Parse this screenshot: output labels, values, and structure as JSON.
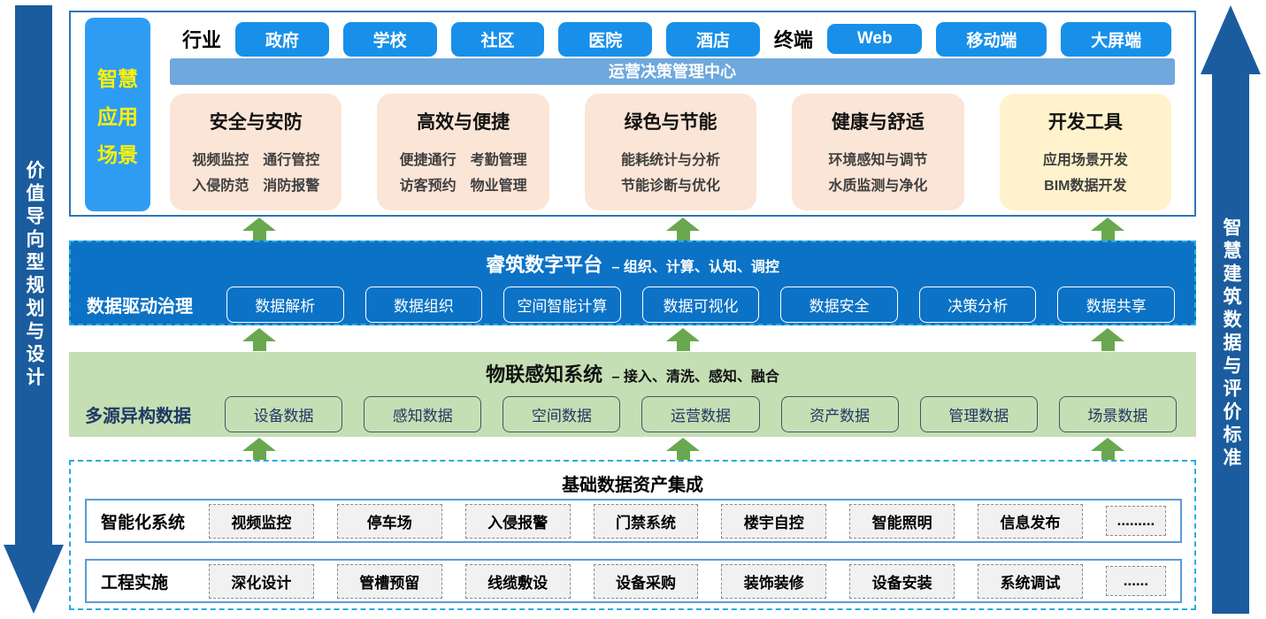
{
  "side_arrows": {
    "left_label": "价值导向型规划与设计",
    "right_label": "智慧建筑数据与评价标准"
  },
  "app_layer": {
    "scene_lines": [
      "智慧",
      "应用",
      "场景"
    ],
    "industry": {
      "label": "行业",
      "items": [
        "政府",
        "学校",
        "社区",
        "医院",
        "酒店"
      ]
    },
    "terminal": {
      "label": "终端",
      "items": [
        "Web",
        "移动端",
        "大屏端"
      ]
    },
    "ops_center_bar": "运营决策管理中心",
    "cards": [
      {
        "title": "安全与安防",
        "line1": "视频监控　通行管控",
        "line2": "入侵防范　消防报警"
      },
      {
        "title": "高效与便捷",
        "line1": "便捷通行　考勤管理",
        "line2": "访客预约　物业管理"
      },
      {
        "title": "绿色与节能",
        "line1": "能耗统计与分析",
        "line2": "节能诊断与优化"
      },
      {
        "title": "健康与舒适",
        "line1": "环境感知与调节",
        "line2": "水质监测与净化"
      },
      {
        "title": "开发工具",
        "line1": "应用场景开发",
        "line2": "BIM数据开发"
      }
    ]
  },
  "platform_layer": {
    "title": "睿筑数字平台",
    "subtitle": "– 组织、计算、认知、调控",
    "label": "数据驱动治理",
    "items": [
      "数据解析",
      "数据组织",
      "空间智能计算",
      "数据可视化",
      "数据安全",
      "决策分析",
      "数据共享"
    ]
  },
  "iot_layer": {
    "title": "物联感知系统",
    "subtitle": "– 接入、清洗、感知、融合",
    "label": "多源异构数据",
    "items": [
      "设备数据",
      "感知数据",
      "空间数据",
      "运营数据",
      "资产数据",
      "管理数据",
      "场景数据"
    ]
  },
  "base_layer": {
    "title": "基础数据资产集成",
    "rows": [
      {
        "label": "智能化系统",
        "items": [
          "视频监控",
          "停车场",
          "入侵报警",
          "门禁系统",
          "楼宇自控",
          "智能照明",
          "信息发布",
          "........."
        ]
      },
      {
        "label": "工程实施",
        "items": [
          "深化设计",
          "管槽预留",
          "线缆敷设",
          "设备采购",
          "装饰装修",
          "设备安装",
          "系统调试",
          "......"
        ]
      }
    ]
  },
  "colors": {
    "accent_button_blue": "#1890E9",
    "scene_box_blue": "#2F9CF4",
    "scene_text_yellow": "#FFF100",
    "ops_bar_blue": "#6FA8DC",
    "outer_border_blue": "#2E75B6",
    "card_salmon": "#FBE5D6",
    "card_yellow": "#FFF2CC",
    "platform_blue": "#0B72C6",
    "dashed_border_cyan": "#29ABE2",
    "iot_green": "#C5DFB4",
    "dark_navy_text": "#203864",
    "arrow_green": "#69A84F",
    "side_arrow_navy": "#1A5C9E",
    "row_border_blue": "#5B9BD5",
    "chip_gray_bg": "#F1F1F1"
  }
}
